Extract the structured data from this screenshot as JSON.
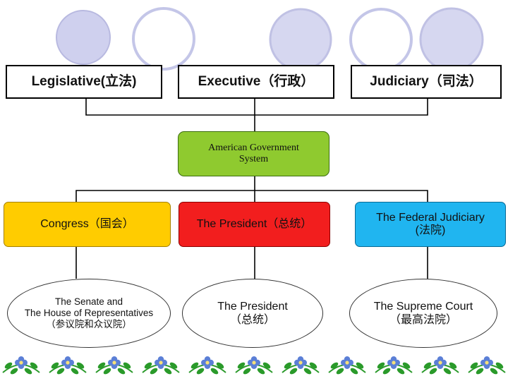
{
  "branches": {
    "legislative": "Legislative(立法)",
    "executive": "Executive（行政）",
    "judiciary": "Judiciary（司法）"
  },
  "center": {
    "label": "American  Government\nSystem"
  },
  "middle": {
    "congress": "Congress（国会）",
    "president": "The  President（总统）",
    "judiciary": "The Federal Judiciary\n(法院)"
  },
  "bottom": {
    "senate": "The Senate and\nThe House of Representatives\n（参议院和众议院）",
    "president": "The President\n（总统）",
    "court": "The Supreme Court\n（最高法院）"
  },
  "colors": {
    "center": "#8fca2f",
    "congress": "#ffcc00",
    "president": "#f21e1e",
    "judiciary": "#20b5f0",
    "decor_circle": "#ccccee",
    "leaf": "#2a9a2a",
    "flower": "#5b7fd6"
  }
}
